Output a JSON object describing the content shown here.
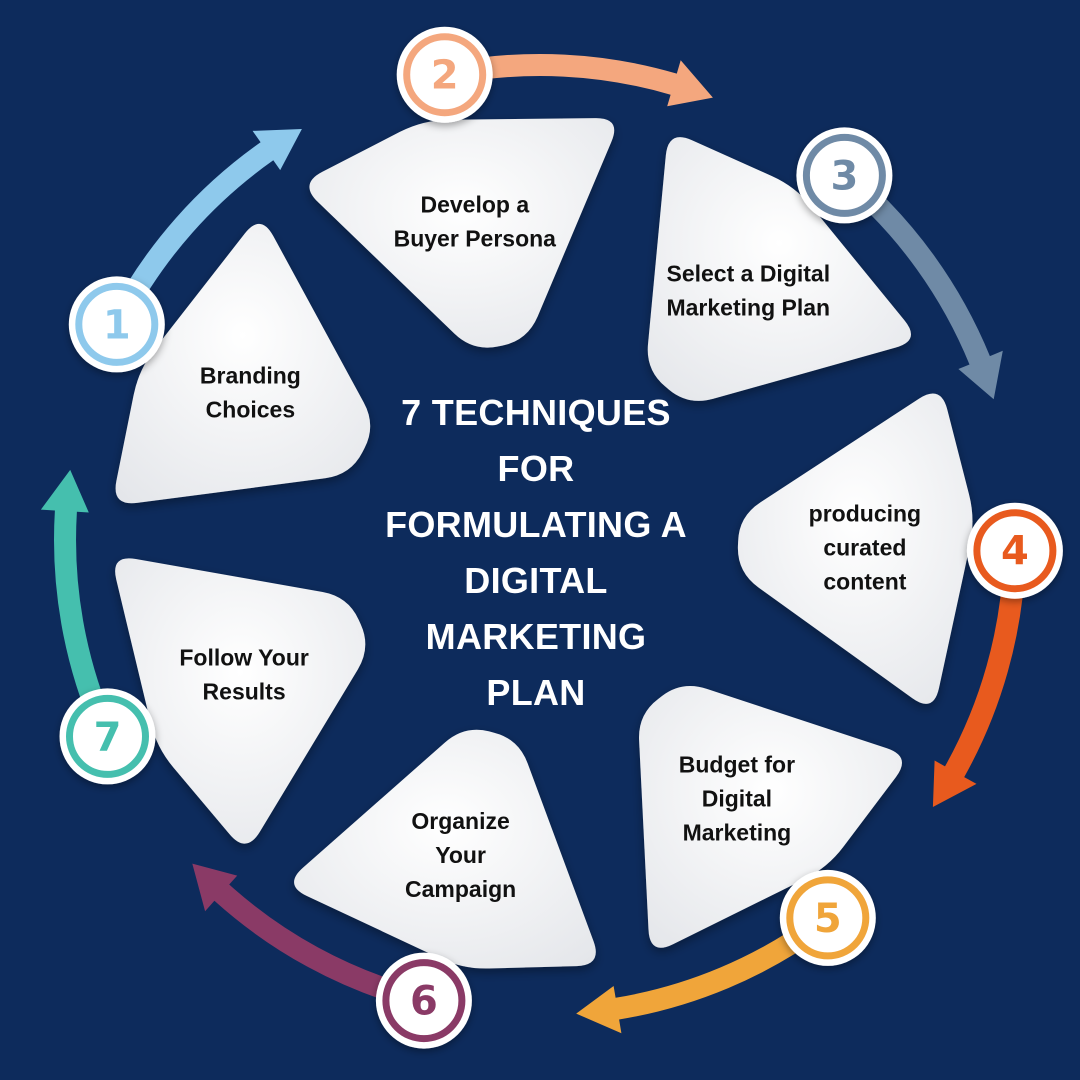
{
  "title_lines": [
    "7 TECHNIQUES",
    "FOR",
    "FORMULATING A",
    "DIGITAL",
    "MARKETING",
    "PLAN"
  ],
  "steps": [
    {
      "number": "1",
      "lines": [
        "Branding",
        "Choices"
      ],
      "color": "#8ec9ec"
    },
    {
      "number": "2",
      "lines": [
        "Develop a",
        "Buyer Persona"
      ],
      "color": "#f4a77e"
    },
    {
      "number": "3",
      "lines": [
        "Select a Digital",
        "Marketing Plan"
      ],
      "color": "#6f8aa6"
    },
    {
      "number": "4",
      "lines": [
        "producing",
        "curated",
        "content"
      ],
      "color": "#e85a1e"
    },
    {
      "number": "5",
      "lines": [
        "Budget for",
        "Digital",
        "Marketing"
      ],
      "color": "#f0a53a"
    },
    {
      "number": "6",
      "lines": [
        "Organize",
        "Your",
        "Campaign"
      ],
      "color": "#8a3a66"
    },
    {
      "number": "7",
      "lines": [
        "Follow Your",
        "Results"
      ],
      "color": "#45bfae"
    }
  ],
  "colors": {
    "background": "#0d2b5c",
    "card": "#f5f5f7",
    "title": "#ffffff",
    "card_text": "#111111"
  }
}
